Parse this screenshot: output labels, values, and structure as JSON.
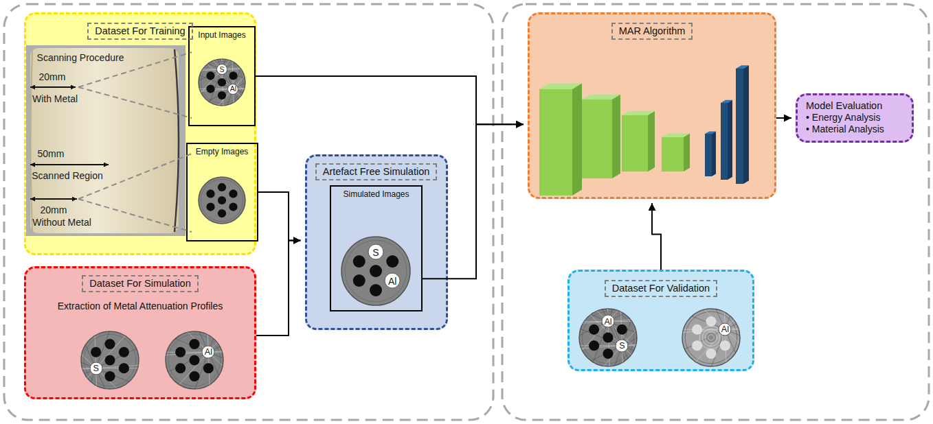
{
  "diagram": {
    "nodes": [
      {
        "text": [
          "Dataset For Training"
        ]
      },
      {
        "text": [
          "Input Images"
        ],
        "in": 0
      },
      {
        "text": [
          "Empty Images"
        ],
        "in": 0
      },
      {
        "text": [
          "Dataset For Simulation",
          "Extraction of Metal Attenuation Profiles"
        ]
      },
      {
        "text": [
          "Artefact Free Simulation"
        ]
      },
      {
        "text": [
          "Simulated Images"
        ],
        "in": 4
      },
      {
        "text": [
          "MAR Algorithm"
        ]
      },
      {
        "text": [
          "Model Evaluation",
          "• Energy Analysis",
          "• Material Analysis"
        ]
      },
      {
        "text": [
          "Dataset For Validation"
        ]
      }
    ],
    "edges": [
      {
        "from": 1,
        "to": 6,
        "arrow": "to"
      },
      {
        "from": 5,
        "to": 6,
        "arrow": "to"
      },
      {
        "from": 2,
        "to": 4,
        "arrow": "to"
      },
      {
        "from": 3,
        "to": 4,
        "arrow": "to"
      },
      {
        "from": 6,
        "to": 7,
        "arrow": "to"
      },
      {
        "from": 8,
        "to": 6,
        "arrow": "to"
      }
    ],
    "labels": [
      "Scanning Procedure",
      "20mm",
      "With Metal",
      "50mm",
      "Scanned Region",
      "20mm",
      "Without Metal",
      "S",
      "Al",
      "S",
      "Al",
      "S",
      "Al",
      "Al",
      "S",
      "Al"
    ]
  }
}
